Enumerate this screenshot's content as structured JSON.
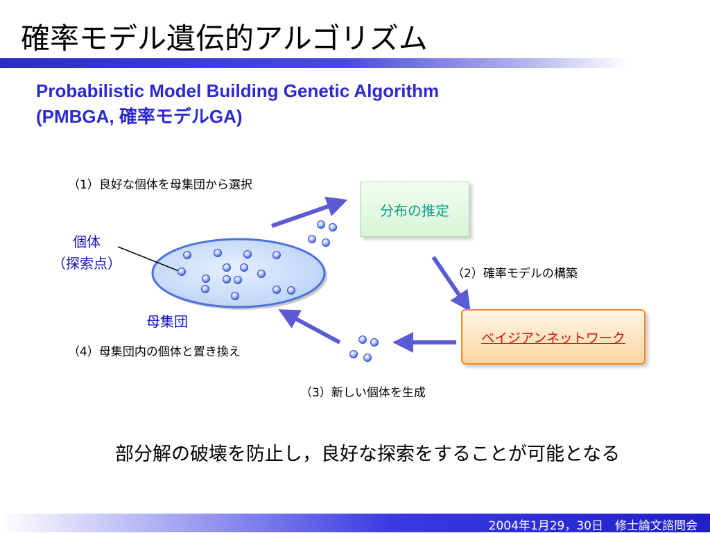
{
  "slide": {
    "title": "確率モデル遺伝的アルゴリズム",
    "subtitle_line1": "Probabilistic Model Building Genetic Algorithm",
    "subtitle_line2": "(PMBGA,  確率モデルGA)"
  },
  "diagram": {
    "step1": "（1）良好な個体を母集団から選択",
    "step2": "（2）確率モデルの構築",
    "step3": "（3）新しい個体を生成",
    "step4": "（4）母集団内の個体と置き換え",
    "individual_label": "個体",
    "individual_sub": "（探索点）",
    "population_label": "母集団",
    "estimation_box": "分布の推定",
    "bayesian_box": "ベイジアンネットワーク"
  },
  "conclusion": "部分解の破壊を防止し，良好な探索をすることが可能となる",
  "footer": "2004年1月29，30日　修士論文諮問会",
  "colors": {
    "title_bar": "#2a2ad0",
    "subtitle": "#2a2ad0",
    "label_blue": "#1010c0",
    "arrow": "#5b5bd6",
    "ellipse_fill": "#c8ddf7",
    "ellipse_stroke": "#4a6fe0",
    "estimate_text": "#0a9a8a",
    "bayes_border": "#f28a22",
    "bayes_text": "#d01010"
  }
}
